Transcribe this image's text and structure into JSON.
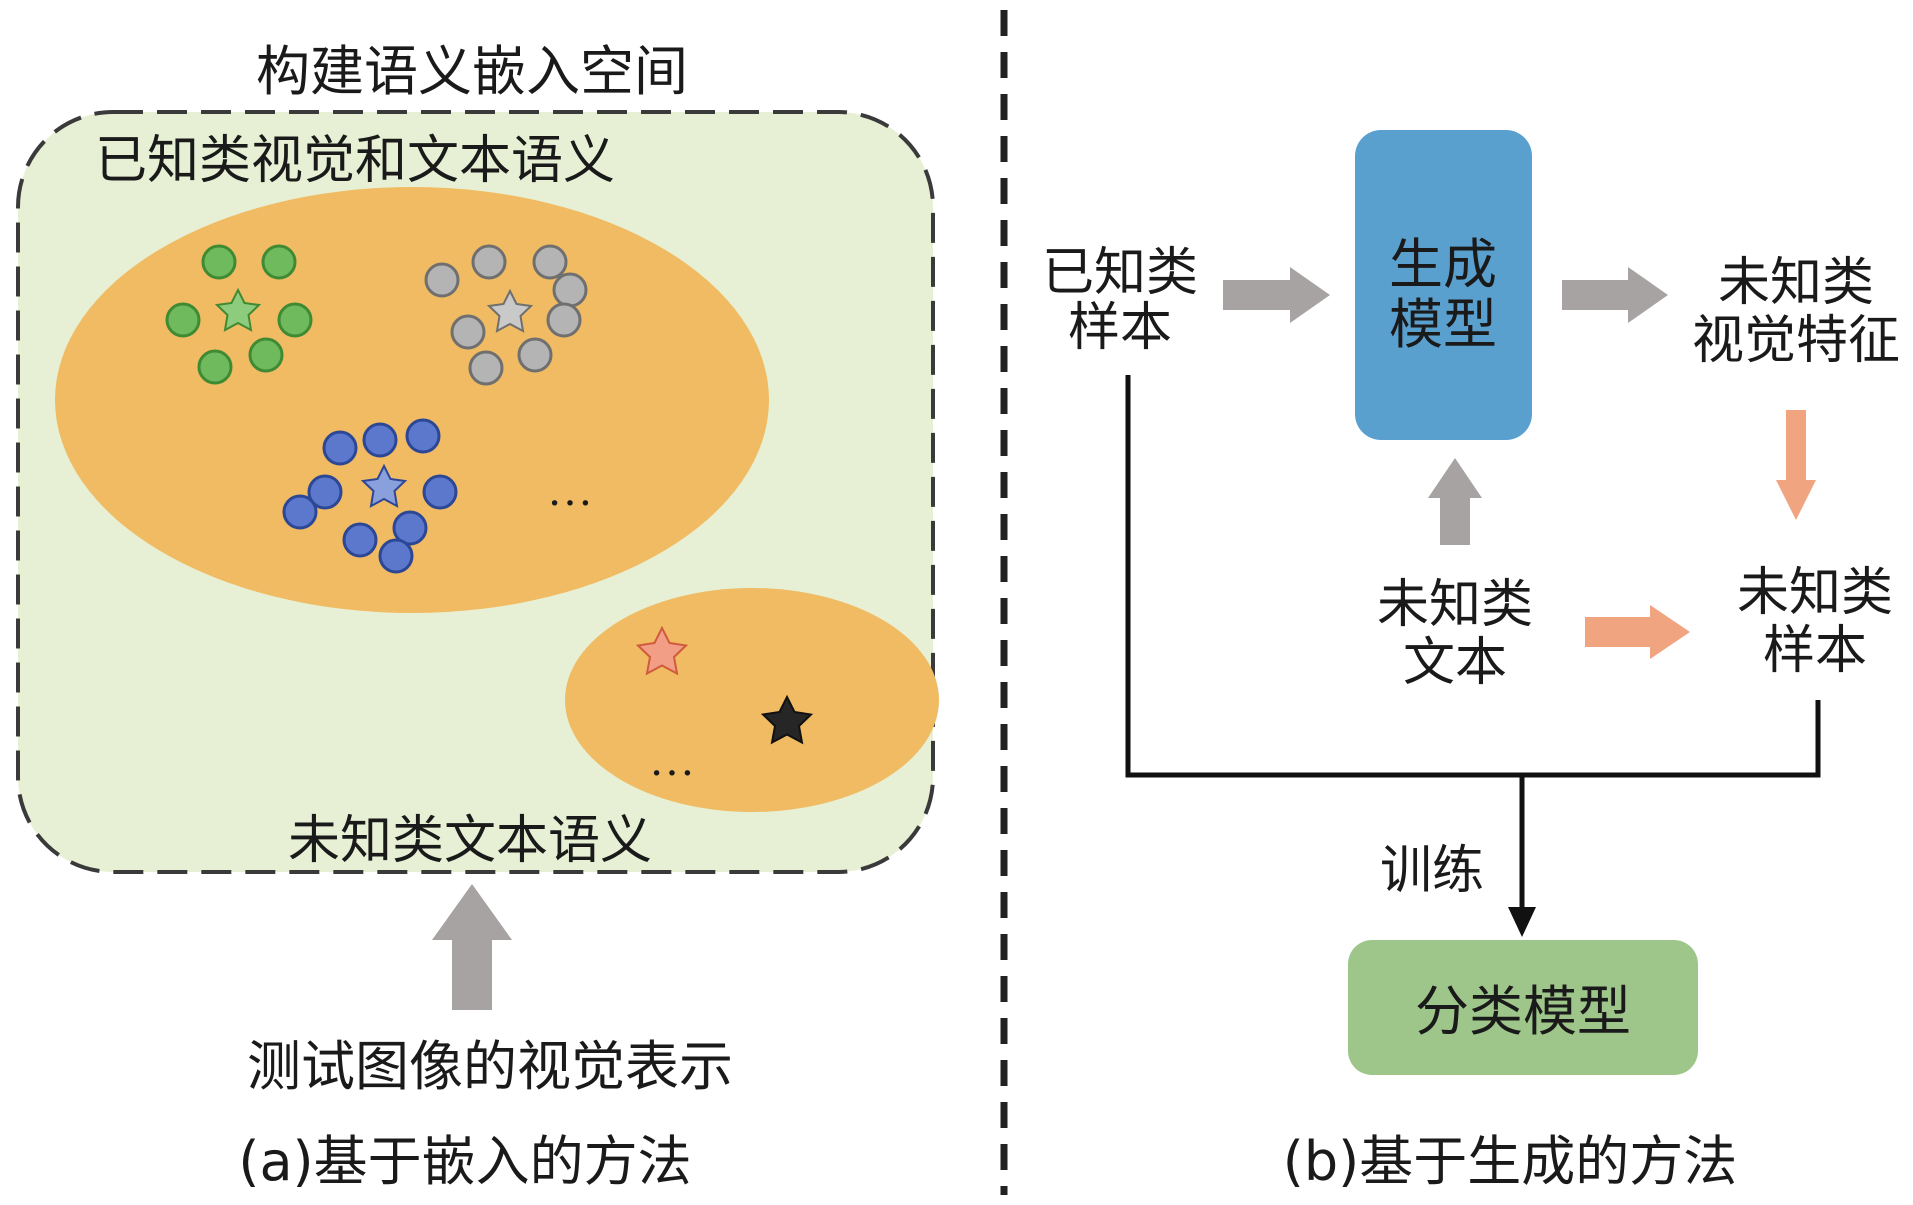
{
  "panel_a": {
    "top_label": "构建语义嵌入空间",
    "known_label": "已知类视觉和文本语义",
    "ellipsis_known": "…",
    "ellipsis_unknown": "…",
    "unknown_label": "未知类文本语义",
    "input_label": "测试图像的视觉表示",
    "caption": "(a)基于嵌入的方法"
  },
  "panel_b": {
    "known_samples": [
      "已知类",
      "样本"
    ],
    "gen_model": [
      "生成",
      "模型"
    ],
    "unknown_visual": [
      "未知类",
      "视觉特征"
    ],
    "unknown_text": [
      "未知类",
      "文本"
    ],
    "unknown_samples": [
      "未知类",
      "样本"
    ],
    "train_label": "训练",
    "classifier": "分类模型",
    "caption": "(b)基于生成的方法"
  },
  "colors": {
    "space_bg": "#e7f0d4",
    "known_region": "#f0bb62",
    "gen_model_box": "#5aa0cf",
    "classifier_box": "#9fc68a",
    "gray_arrow": "#a8a3a3",
    "orange_arrow": "#f0a480",
    "green_dot": "#6fba5c",
    "gray_dot": "#b4b4b4",
    "blue_dot": "#5b78cc"
  }
}
